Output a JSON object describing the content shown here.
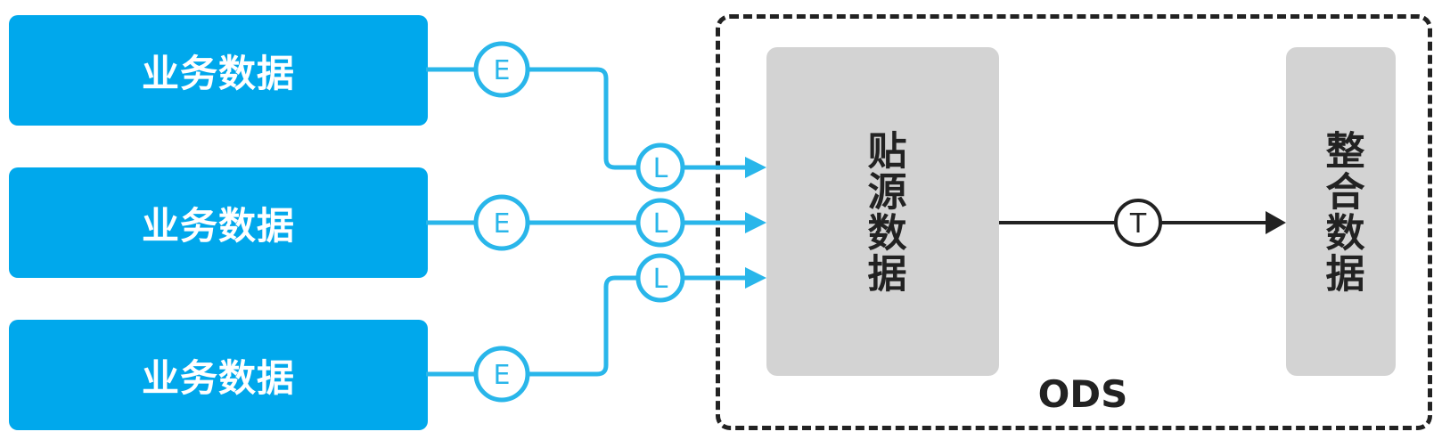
{
  "sources": [
    {
      "label": "业务数据"
    },
    {
      "label": "业务数据"
    },
    {
      "label": "业务数据"
    }
  ],
  "ods": {
    "label": "ODS",
    "paste_source_label": "贴源数据",
    "integrated_label": "整合数据"
  },
  "badges": {
    "extract": "E",
    "load": "L",
    "transform": "T"
  },
  "colors": {
    "source_fill": "#00a8ec",
    "connector": "#29b6ea",
    "gray_box": "#d3d3d3",
    "dark": "#222222"
  }
}
